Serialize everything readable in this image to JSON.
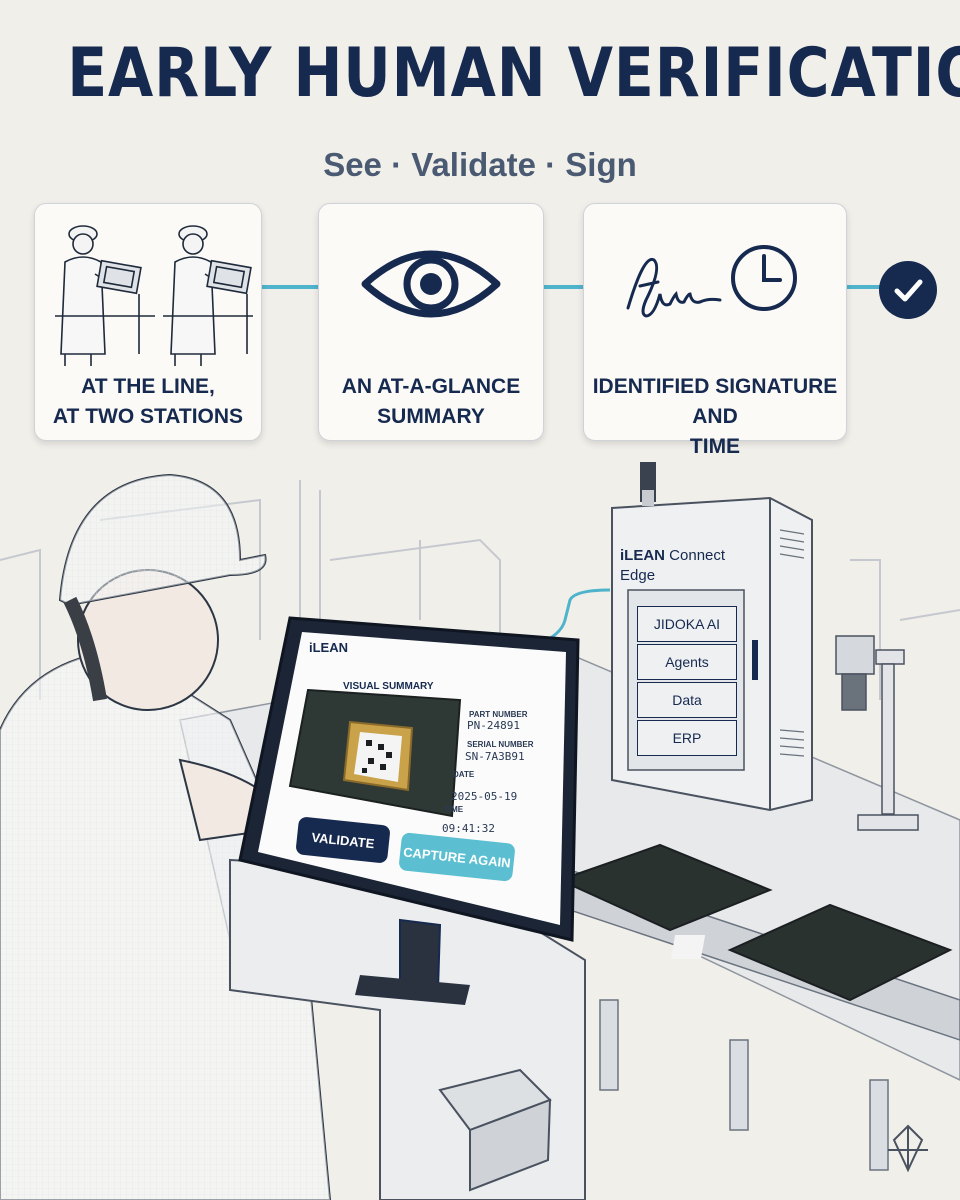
{
  "header": {
    "title": "EARLY HUMAN VERIFICATION",
    "subtitle": "See · Validate · Sign"
  },
  "steps": [
    {
      "label_line1": "AT THE LINE,",
      "label_line2": "AT TWO STATIONS",
      "icon": "operators-at-stations-icon"
    },
    {
      "label_line1": "AN AT-A-GLANCE",
      "label_line2": "SUMMARY",
      "icon": "eye-icon"
    },
    {
      "label_line1": "IDENTIFIED SIGNATURE AND",
      "label_line2": "TIME",
      "icon": "signature-clock-icon"
    }
  ],
  "flow_end_icon": "checkmark-icon",
  "tablet": {
    "brand": "iLEAN",
    "section_title": "VISUAL SUMMARY",
    "fields": [
      {
        "label": "PART NUMBER",
        "value": "PN-24891"
      },
      {
        "label": "SERIAL NUMBER",
        "value": "SN-7A3B91"
      },
      {
        "label": "DATE",
        "value": "2025-05-19"
      },
      {
        "label": "TIME",
        "value": "09:41:32"
      }
    ],
    "validate_label": "VALIDATE",
    "capture_label": "CAPTURE AGAIN"
  },
  "edge_cabinet": {
    "brand": "iLEAN",
    "title_rest_1": "Connect",
    "title_rest_2": "Edge",
    "modules": [
      "JIDOKA AI",
      "Agents",
      "Data",
      "ERP"
    ]
  },
  "colors": {
    "navy": "#16294f",
    "accent": "#4fb3cc",
    "background": "#f1efea"
  }
}
